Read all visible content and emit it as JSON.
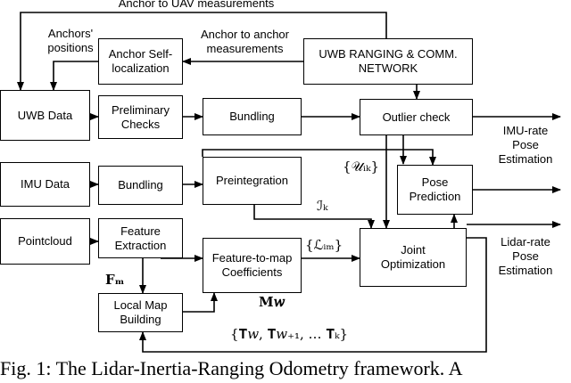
{
  "boxes": {
    "uwb_network": "UWB RANGING & COMM.\nNETWORK",
    "anchor_self_localization": "Anchor Self-\nlocalization",
    "uwb_data": "UWB Data",
    "preliminary_checks": "Preliminary\nChecks",
    "bundling_uwb": "Bundling",
    "outlier_check": "Outlier check",
    "imu_data": "IMU Data",
    "bundling_imu": "Bundling",
    "preintegration": "Preintegration",
    "pose_prediction": "Pose\nPrediction",
    "pointcloud": "Pointcloud",
    "feature_extraction": "Feature\nExtraction",
    "feature_to_map": "Feature-to-map\nCoefficients",
    "joint_optimization": "Joint\nOptimization",
    "local_map_building": "Local Map\nBuilding"
  },
  "labels": {
    "anchor_to_uav": "Anchor to UAV measurements",
    "anchors_positions": "Anchors'\npositions",
    "anchor_to_anchor": "Anchor to anchor\nmeasurements",
    "imu_rate": "IMU-rate\nPose\nEstimation",
    "lidar_rate": "Lidar-rate\nPose\nEstimation"
  },
  "math": {
    "uwb_set": "{𝒰ᵢₖ}",
    "imu_preint": "ℐₖ",
    "coef_set": "{ℒᵢₘ}",
    "feature_m": "𝐅ₘ",
    "map_w": "𝐌𝑤",
    "pose_set": "{𝐓̂𝑤, 𝐓̂𝑤₊₁, … 𝐓̂ₖ}"
  },
  "caption": "Fig. 1: The Lidar-Inertia-Ranging Odometry framework. A"
}
